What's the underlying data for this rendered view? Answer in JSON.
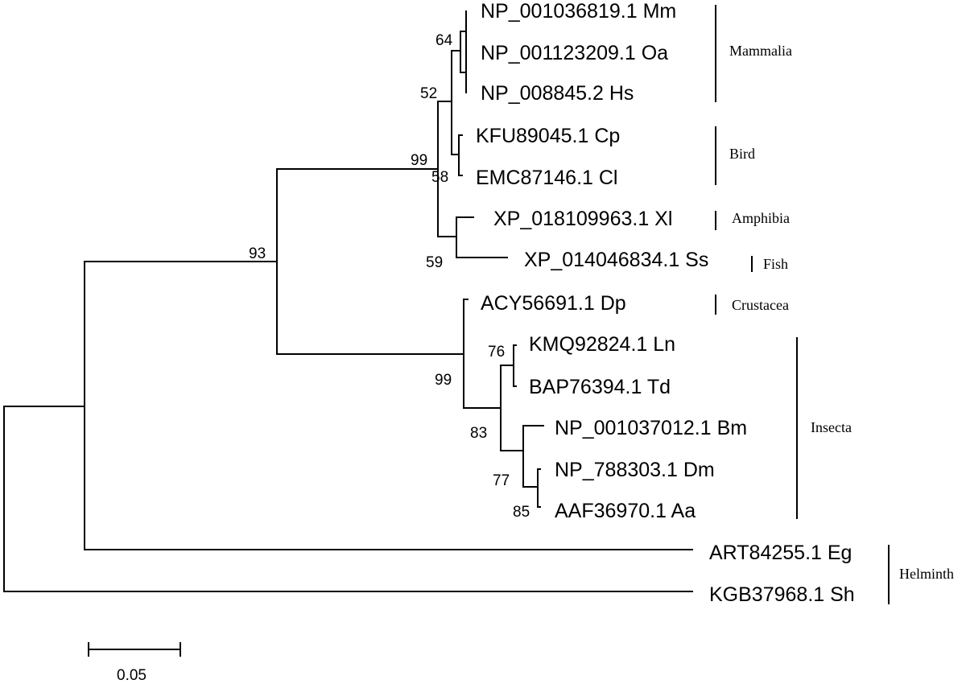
{
  "leaves": {
    "mm": "NP_001036819.1 Mm",
    "oa": "NP_001123209.1 Oa",
    "hs": "NP_008845.2 Hs",
    "cp": "KFU89045.1 Cp",
    "cl": "EMC87146.1 Cl",
    "xl": "XP_018109963.1 Xl",
    "ss": "XP_014046834.1 Ss",
    "dp": "ACY56691.1 Dp",
    "ln": "KMQ92824.1 Ln",
    "td": "BAP76394.1 Td",
    "bm": "NP_001037012.1 Bm",
    "dm": "NP_788303.1 Dm",
    "aa": "AAF36970.1 Aa",
    "eg": "ART84255.1 Eg",
    "sh": "KGB37968.1 Sh"
  },
  "bootstrap": {
    "mammal_pair": "64",
    "mammal_bird": "52",
    "bird_pair": "58",
    "vertebrate": "99",
    "amphibia_fish": "59",
    "chordate_arthropod": "93",
    "arthropod": "99",
    "ln_td": "76",
    "insecta": "83",
    "dm_bm": "77",
    "dm_aa": "85"
  },
  "groups": {
    "mammalia": "Mammalia",
    "bird": "Bird",
    "amphibia": "Amphibia",
    "fish": "Fish",
    "crustacea": "Crustacea",
    "insecta": "Insecta",
    "helminth": "Helminth"
  },
  "scale_bar": {
    "label": "0.05"
  }
}
